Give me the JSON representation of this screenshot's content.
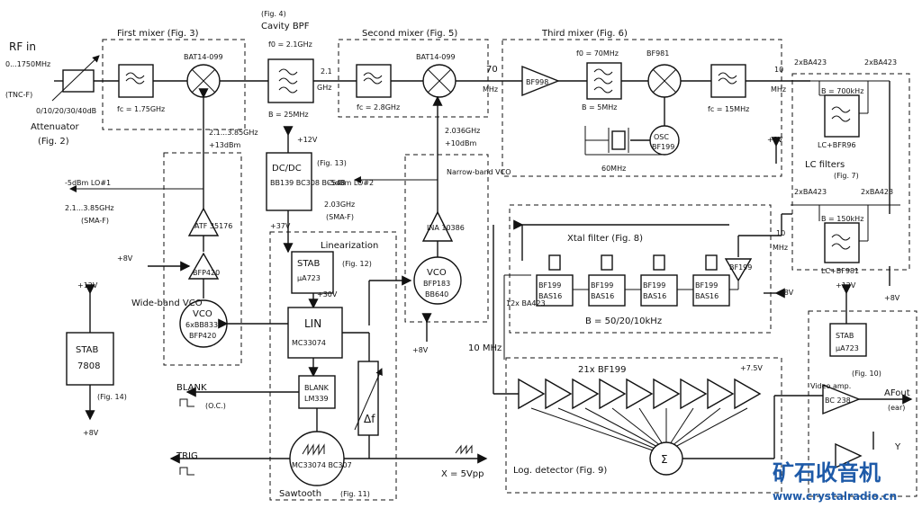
{
  "labels": {
    "rf_in": "RF in",
    "rf_range": "0...1750MHz",
    "tncf": "(TNC-F)",
    "att_steps": "0/10/20/30/40dB",
    "attenuator": "Attenuator",
    "fig2": "(Fig. 2)",
    "first_mixer": "First mixer (Fig. 3)",
    "bat1": "BAT14-099",
    "fc1": "fc = 1.75GHz",
    "fig4": "(Fig. 4)",
    "cavity": "Cavity BPF",
    "f0_cav": "f0 = 2.1GHz",
    "b_cav": "B = 25MHz",
    "ghz21": "2.1",
    "ghz21u": "GHz",
    "second_mixer": "Second mixer (Fig. 5)",
    "bat2": "BAT14-099",
    "fc2": "fc = 2.8GHz",
    "mhz70": "70",
    "mhz70u": "MHz",
    "third_mixer": "Third mixer (Fig. 6)",
    "f0_70": "f0 = 70MHz",
    "b5": "B = 5MHz",
    "bf981": "BF981",
    "bf998": "BF998",
    "fc3": "fc = 15MHz",
    "osc": "OSC",
    "bf199": "BF199",
    "mhz60": "60MHz",
    "mhz10a": "10",
    "mhz10au": "MHz",
    "p8a": "+8V",
    "lo1_range": "2.1...3.85GHz",
    "lo1_level": "+13dBm",
    "m5lo1": "-5dBm LO#1",
    "lo1_out": "2.1...3.85GHz",
    "smaf1": "(SMA-F)",
    "amp_atf": "ATF 35176",
    "bfp420a": "BFP420",
    "vco1": "VCO",
    "vco1_parts": "6xBB833",
    "vco1_tr": "BFP420",
    "wideband": "Wide-band VCO",
    "p8b": "+8V",
    "p12a": "+12V",
    "dcdc": "DC/DC",
    "dcdc_parts": "BB139 BC308 BC548",
    "fig13": "(Fig. 13)",
    "p37": "+37V",
    "m5lo2": "-5dBm LO#2",
    "lo2_out": "2.03GHz",
    "smaf2": "(SMA-F)",
    "lo2_freq": "2.036GHz",
    "lo2_level": "+10dBm",
    "narrowband": "Narrow-band VCO",
    "ina": "INA 10386",
    "vco2": "VCO",
    "vco2_tr": "BFP183",
    "vco2_var": "BB640",
    "p8c": "+8V",
    "stab1": "STAB",
    "stab1_ic": "µA723",
    "linearization": "Linearization",
    "fig12": "(Fig. 12)",
    "p30": "+30V",
    "lin": "LIN",
    "lin_ic": "MC33074",
    "blank_box": "BLANK",
    "blank_ic": "LM339",
    "saw_ic": "MC33074 BC307",
    "sawtooth": "Sawtooth",
    "fig11": "(Fig. 11)",
    "delta_f": "Δf",
    "blank": "BLANK",
    "oc": "(O.C.)",
    "trig": "TRIG",
    "xout": "X = 5Vpp",
    "p12b": "+12V",
    "stab2": "STAB",
    "stab2_ic": "7808",
    "fig14": "(Fig. 14)",
    "p8d": "+8V",
    "bb_top_l": "2xBA423",
    "bb_top_r": "2xBA423",
    "b700": "B = 700kHz",
    "lc_bfr": "LC+BFR96",
    "lc_filters": "LC filters",
    "fig7": "(Fig. 7)",
    "bb_mid_l": "2xBA423",
    "bb_mid_r": "2xBA423",
    "b150": "B = 150kHz",
    "lc_bf": "LC+BF981",
    "p8e": "+8V",
    "xtal": "Xtal filter (Fig. 8)",
    "bf199x": "BF199",
    "bas16": "BAS16",
    "b_xtal": "B = 50/20/10kHz",
    "mhz10b": "10",
    "mhz10bu": "MHz",
    "p8f": "+8V",
    "ba423_12": "12x BA423",
    "mhz10c": "10 MHz",
    "bf199_21": "21x BF199",
    "p75": "+7.5V",
    "logdet": "Log. detector (Fig. 9)",
    "sigma": "Σ",
    "p12c": "+12V",
    "stab3": "STAB",
    "stab3_ic": "µA723",
    "fig10": "(Fig. 10)",
    "videoamp": "Video amp.",
    "afout": "AFout",
    "ear": "(ear)",
    "bc_amp": "BC 238",
    "y_out": "Y",
    "wm_cn": "矿石收音机",
    "wm_url": "www.crystalradio.cn"
  }
}
